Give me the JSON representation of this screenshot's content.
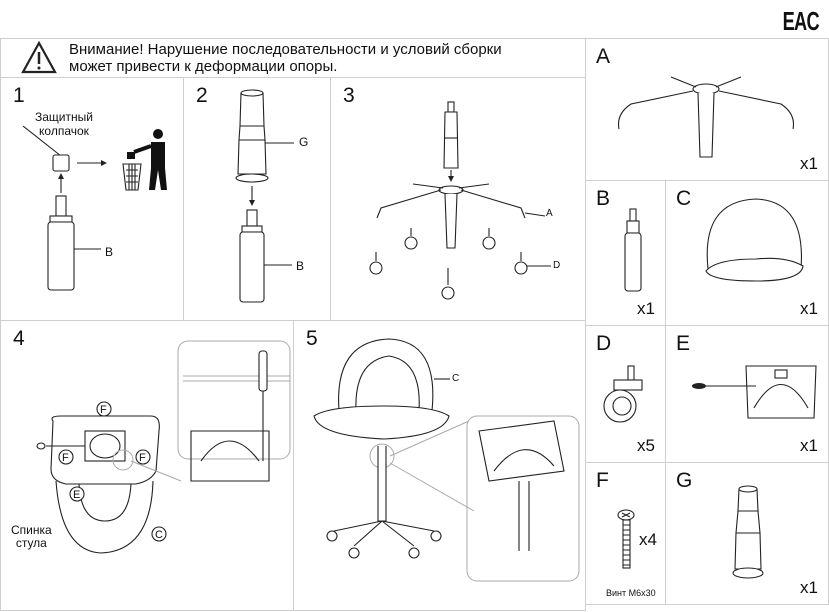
{
  "certification_mark": "EAC",
  "warning": {
    "icon": "warning-triangle-icon",
    "line1": "Внимание! Нарушение последовательности и условий сборки",
    "line2": "может привести к деформации опоры."
  },
  "steps": [
    {
      "number": "1",
      "labels": {
        "cap": "Защитный",
        "cap2": "колпачок",
        "part": "B"
      }
    },
    {
      "number": "2",
      "labels": {
        "top": "G",
        "bottom": "B"
      }
    },
    {
      "number": "3",
      "labels": {
        "base": "A",
        "wheel": "D"
      }
    },
    {
      "number": "4",
      "labels": {
        "f": "F",
        "e": "E",
        "c": "C",
        "back1": "Спинка",
        "back2": "стула"
      }
    },
    {
      "number": "5",
      "labels": {
        "seat": "C"
      }
    }
  ],
  "parts": [
    {
      "letter": "A",
      "qty": "x1"
    },
    {
      "letter": "B",
      "qty": "x1"
    },
    {
      "letter": "C",
      "qty": "x1"
    },
    {
      "letter": "D",
      "qty": "x5"
    },
    {
      "letter": "E",
      "qty": "x1"
    },
    {
      "letter": "F",
      "qty": "x4",
      "caption": "Винт М6х30"
    },
    {
      "letter": "G",
      "qty": "x1"
    }
  ]
}
